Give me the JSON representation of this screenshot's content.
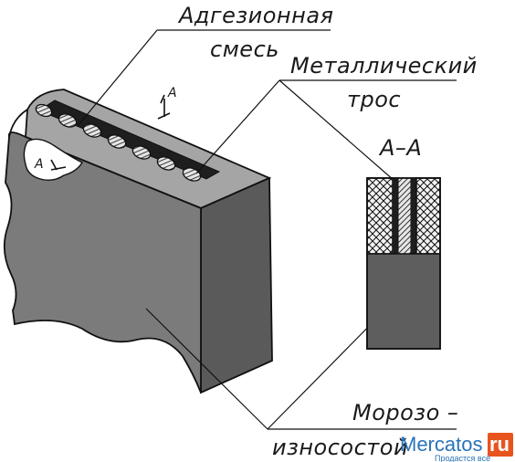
{
  "labels": {
    "adhesive_line1": "Адгезионная",
    "adhesive_line2": "смесь",
    "cable_line1": "Металлический",
    "cable_line2": "трос",
    "section_title": "А–А",
    "marker_a_top": "А",
    "marker_a_left": "А",
    "frost_line1": "Морозо –",
    "frost_line2": "износостой"
  },
  "watermark": {
    "brand": "Mercatos",
    "domain": "ru",
    "tagline": "Продастся всё",
    "brand_color": "#2a73b8",
    "domain_bg_color": "#e8541e"
  },
  "colors": {
    "block_front": "#7b7b7b",
    "block_side": "#5a5a5a",
    "block_top": "#a5a5a5",
    "strip": "#1e1e1e",
    "rope": "#d9d9d9",
    "section_lower": "#5e5e5e"
  }
}
